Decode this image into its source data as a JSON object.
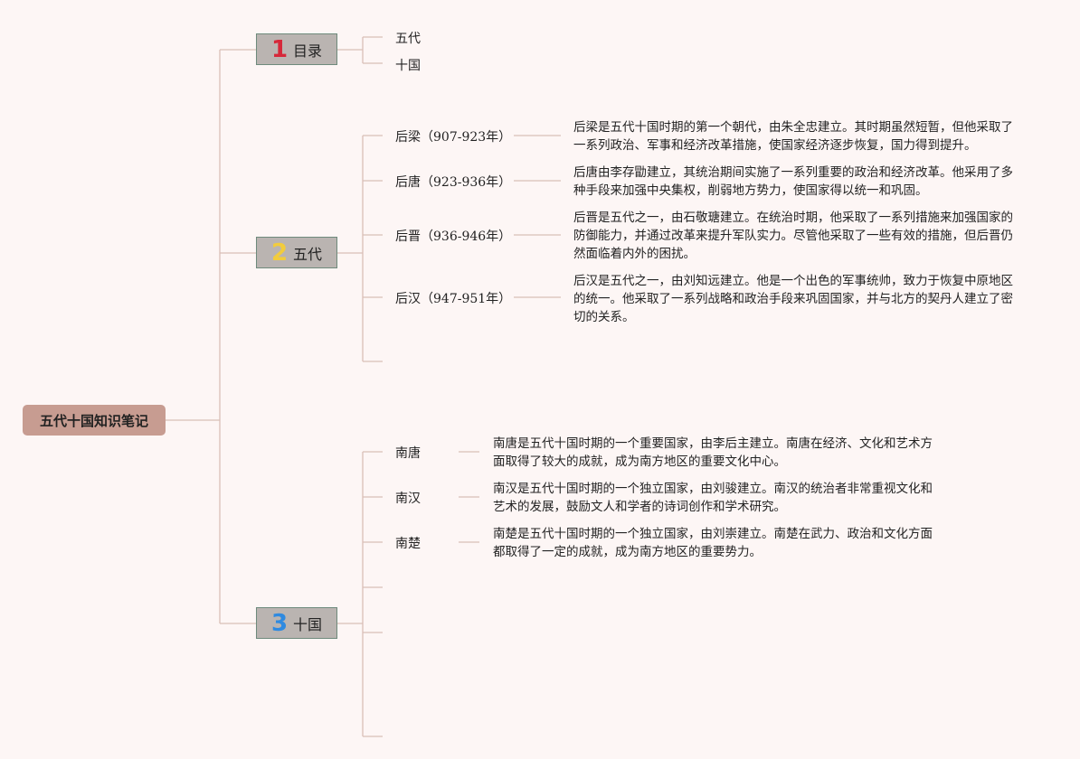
{
  "root": {
    "title": "五代十国知识笔记",
    "color": "#c79c91"
  },
  "branches": [
    {
      "num": "1",
      "num_color": "#d6283a",
      "label": "目录"
    },
    {
      "num": "2",
      "num_color": "#f2cc3c",
      "label": "五代"
    },
    {
      "num": "3",
      "num_color": "#2f8ae0",
      "label": "十国"
    }
  ],
  "toc": [
    "五代",
    "十国"
  ],
  "wudai": [
    {
      "name": "后梁（907-923年）",
      "desc": "后梁是五代十国时期的第一个朝代，由朱全忠建立。其时期虽然短暂，但他采取了一系列政治、军事和经济改革措施，使国家经济逐步恢复，国力得到提升。"
    },
    {
      "name": "后唐（923-936年）",
      "desc": "后唐由李存勖建立，其统治期间实施了一系列重要的政治和经济改革。他采用了多种手段来加强中央集权，削弱地方势力，使国家得以统一和巩固。"
    },
    {
      "name": "后晋（936-946年）",
      "desc": "后晋是五代之一，由石敬瑭建立。在统治时期，他采取了一系列措施来加强国家的防御能力，并通过改革来提升军队实力。尽管他采取了一些有效的措施，但后晋仍然面临着内外的困扰。"
    },
    {
      "name": "后汉（947-951年）",
      "desc": "后汉是五代之一，由刘知远建立。他是一个出色的军事统帅，致力于恢复中原地区的统一。他采取了一系列战略和政治手段来巩固国家，并与北方的契丹人建立了密切的关系。"
    }
  ],
  "shiguo": [
    {
      "name": "南唐",
      "desc": "南唐是五代十国时期的一个重要国家，由李后主建立。南唐在经济、文化和艺术方面取得了较大的成就，成为南方地区的重要文化中心。"
    },
    {
      "name": "南汉",
      "desc": "南汉是五代十国时期的一个独立国家，由刘骏建立。南汉的统治者非常重视文化和艺术的发展，鼓励文人和学者的诗词创作和学术研究。"
    },
    {
      "name": "南楚",
      "desc": "南楚是五代十国时期的一个独立国家，由刘崇建立。南楚在武力、政治和文化方面都取得了一定的成就，成为南方地区的重要势力。"
    }
  ],
  "line_color": "#d9bfb7"
}
